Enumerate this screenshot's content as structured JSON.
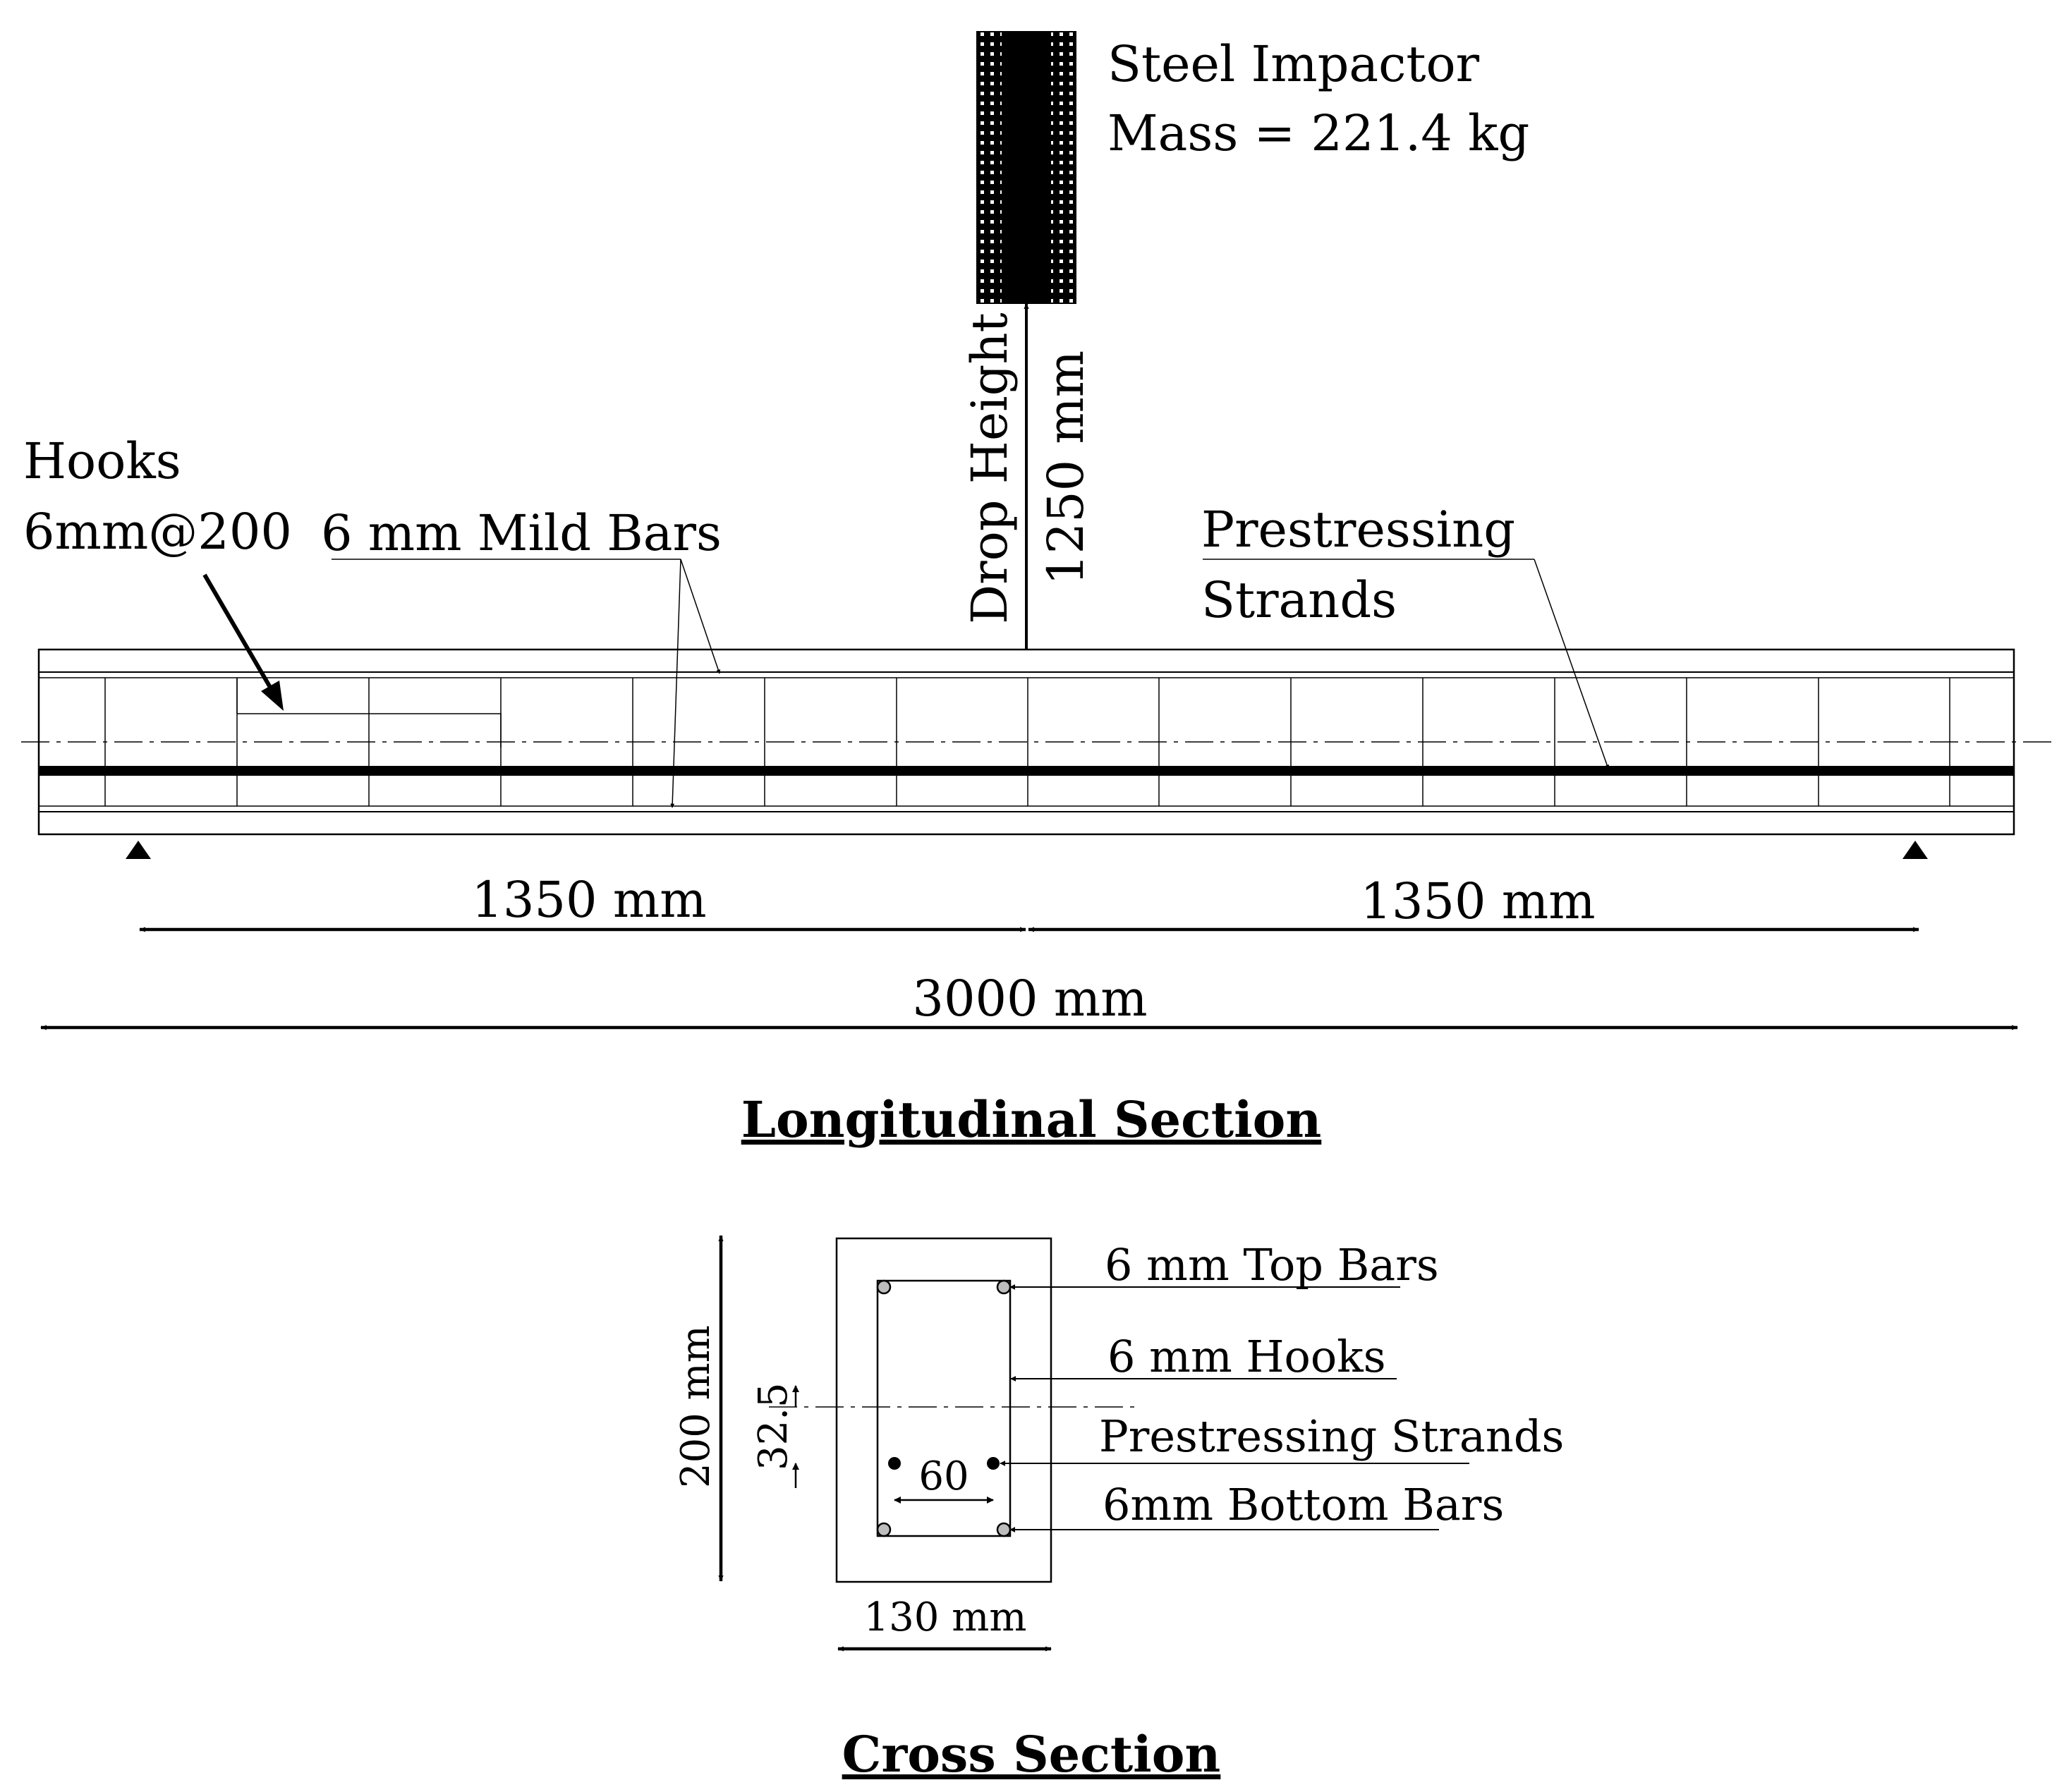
{
  "impactor": {
    "name": "Steel Impactor",
    "mass": "Mass = 221.4 kg",
    "drop_label": "Drop Height",
    "drop_value": "1250 mm"
  },
  "longitudinal": {
    "hooks_label_1": "Hooks",
    "hooks_label_2": "6mm@200",
    "mild_bars": "6 mm Mild Bars",
    "strands_label_1": "Prestressing",
    "strands_label_2": "Strands",
    "span_left": "1350 mm",
    "span_right": "1350 mm",
    "total_length": "3000 mm",
    "title": "Longitudinal Section"
  },
  "cross": {
    "top_bars": "6 mm Top Bars",
    "hooks": "6 mm Hooks",
    "strands": "Prestressing Strands",
    "bottom_bars": "6mm Bottom Bars",
    "height": "200 mm",
    "eccentricity": "32.5",
    "strand_spacing": "60",
    "width": "130 mm",
    "title": "Cross Section"
  },
  "colors": {
    "line": "#000000",
    "bar_fill": "#bdbdbd",
    "background": "#ffffff"
  }
}
